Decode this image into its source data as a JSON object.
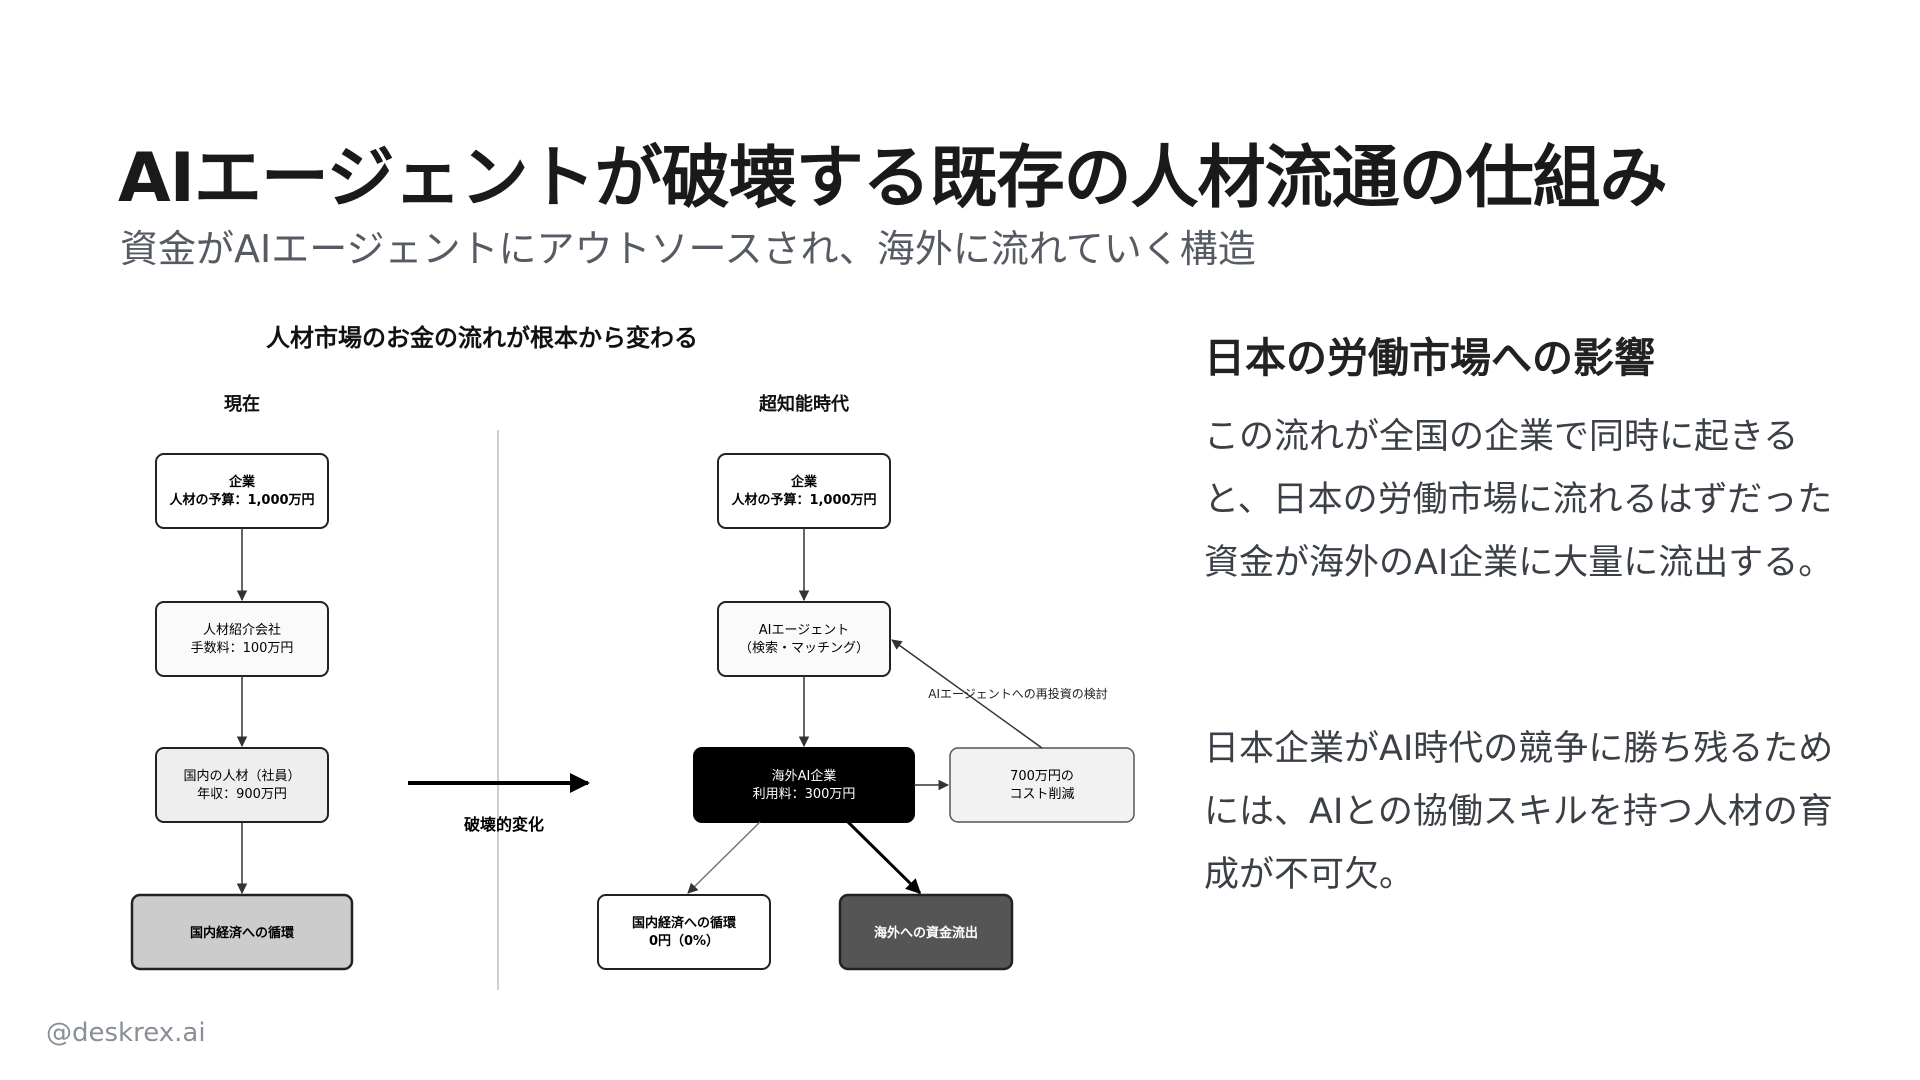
{
  "slide": {
    "title": "AIエージェントが破壊する既存の人材流通の仕組み",
    "subtitle": "資金がAIエージェントにアウトソースされ、海外に流れていく構造",
    "watermark": "@deskrex.ai"
  },
  "diagram": {
    "title": "人材市場のお金の流れが根本から変わる",
    "left_column_label": "現在",
    "right_column_label": "超知能時代",
    "transition_label": "破壊的変化",
    "left_flow": {
      "company": {
        "line1": "企業",
        "line2": "人材の予算：1,000万円"
      },
      "agency": {
        "line1": "人材紹介会社",
        "line2": "手数料：100万円"
      },
      "employee": {
        "line1": "国内の人材（社員）",
        "line2": "年収：900万円"
      },
      "domestic_cycle": {
        "line1": "国内経済への循環"
      }
    },
    "right_flow": {
      "company": {
        "line1": "企業",
        "line2": "人材の予算：1,000万円"
      },
      "ai_agent": {
        "line1": "AIエージェント",
        "line2": "（検索・マッチング）"
      },
      "foreign_ai": {
        "line1": "海外AI企業",
        "line2": "利用料：300万円"
      },
      "cost_cut": {
        "line1": "700万円の",
        "line2": "コスト削減"
      },
      "domestic_cycle": {
        "line1": "国内経済への循環",
        "line2": "0円（0%）"
      },
      "outflow": {
        "line1": "海外への資金流出"
      },
      "reinvest_label": "AIエージェントへの再投資の検討"
    }
  },
  "side_panel": {
    "heading": "日本の労働市場への影響",
    "paragraph1": "この流れが全国の企業で同時に起きると、日本の労働市場に流れるはずだった資金が海外のAI企業に大量に流出する。",
    "paragraph2": "日本企業がAI時代の競争に勝ち残るためには、AIとの協働スキルを持つ人材の育成が不可欠。"
  },
  "colors": {
    "foreign_ai_fill": "#000000",
    "outflow_fill": "#555555",
    "domestic_fill": "#cccccc",
    "text_dark": "#1a1a1a",
    "text_gray": "#555a63"
  }
}
